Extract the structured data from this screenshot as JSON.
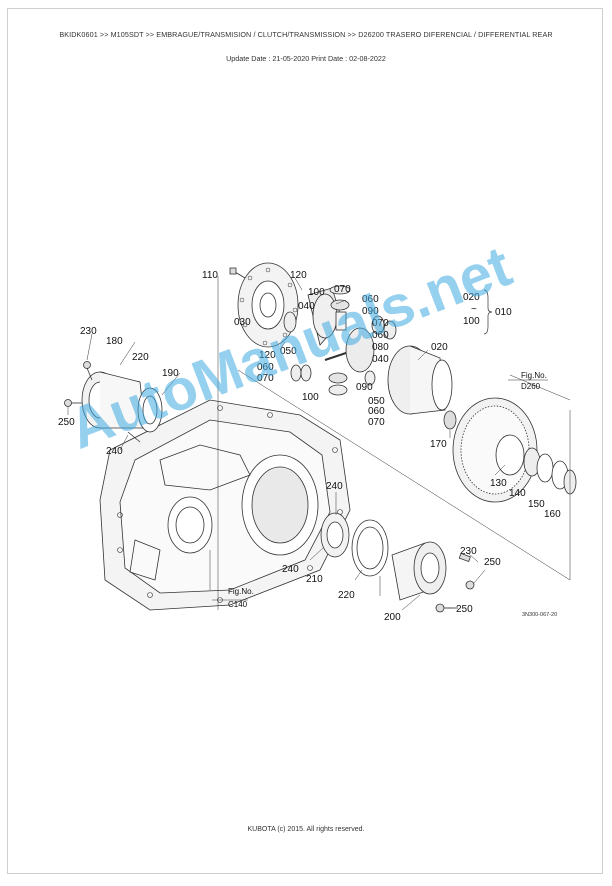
{
  "header": {
    "breadcrumb": "BKIDK0601 >> M105SDT >> EMBRAGUE/TRANSMISION / CLUTCH/TRANSMISSION >> D26200   TRASERO DIFERENCIAL / DIFFERENTIAL REAR",
    "dates": "Update Date : 21-05-2020   Print Date : 02-08-2022"
  },
  "diagram": {
    "part_labels": {
      "p110": "110",
      "p120a": "120",
      "p070a": "070",
      "p100a": "100",
      "p060a": "060",
      "p040a": "040",
      "p090a": "090",
      "p070b": "070",
      "p060b": "060",
      "p030": "030",
      "p120b": "120",
      "p050a": "050",
      "p060c": "060",
      "p070c": "070",
      "p080": "080",
      "p040b": "040",
      "p020": "020",
      "p090b": "090",
      "p100b": "100",
      "p050b": "050",
      "p060d": "060",
      "p070d": "070",
      "p170": "170",
      "p230a": "230",
      "p180": "180",
      "p220a": "220",
      "p190": "190",
      "p250a": "250",
      "p240a": "240",
      "p240b": "240",
      "p240c": "240",
      "p210": "210",
      "p220b": "220",
      "p200": "200",
      "p230b": "230",
      "p250b": "250",
      "p250c": "250",
      "p130": "130",
      "p140": "140",
      "p150": "150",
      "p160": "160"
    },
    "group_note": {
      "from": "020",
      "tilde": "~",
      "to": "100",
      "group": "010"
    },
    "fig_refs": [
      {
        "label": "Fig.No.",
        "value": "D260"
      },
      {
        "label": "Fig.No.",
        "value": "C140"
      }
    ],
    "diagram_code": "3N300-067-20"
  },
  "watermark": {
    "text": "AutoManuals.net",
    "color": "#40aae1"
  },
  "footer": {
    "copyright": "KUBOTA (c) 2015. All rights reserved."
  }
}
